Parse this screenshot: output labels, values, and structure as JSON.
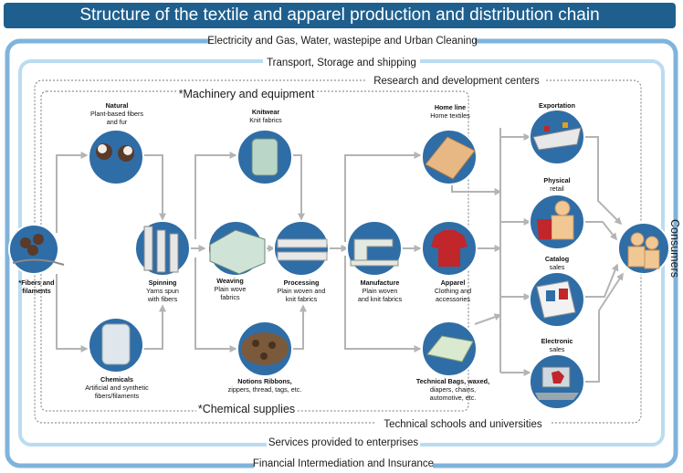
{
  "title": "Structure of the textile and apparel production and distribution chain",
  "bands": {
    "utilities": "Electricity and Gas, Water, wastepipe and Urban Cleaning",
    "transport": "Transport, Storage and shipping",
    "research": "Research and development centers",
    "machinery": "*Machinery and equipment",
    "chemical_supplies": "*Chemical supplies",
    "technical_schools": "Technical schools and universities",
    "services": "Services provided to enterprises",
    "financial": "Financial Intermediation and Insurance"
  },
  "consumers": "Consumers",
  "nodes": {
    "fibers": {
      "title": "*Fibers and",
      "sub": "filaments"
    },
    "natural": {
      "title": "Natural",
      "sub1": "Plant-based fibers",
      "sub2": "and fur"
    },
    "chemicals": {
      "title": "Chemicals",
      "sub1": "Artificial and synthetic",
      "sub2": "fibers/filaments"
    },
    "spinning": {
      "title": "Spinning",
      "sub1": "Yarns spun",
      "sub2": "with fibers"
    },
    "knitwear": {
      "title": "Knitwear",
      "sub": "Knit fabrics"
    },
    "weaving": {
      "title": "Weaving",
      "sub1": "Plain wove",
      "sub2": "fabrics"
    },
    "notions": {
      "title": "Notions Ribbons,",
      "sub": "zippers, thread, tags, etc."
    },
    "processing": {
      "title": "Processing",
      "sub1": "Plain woven and",
      "sub2": "knit fabrics"
    },
    "manufacture": {
      "title": "Manufacture",
      "sub1": "Plain woven",
      "sub2": "and knit fabrics"
    },
    "homeline": {
      "title": "Home line",
      "sub": "Home textiles"
    },
    "apparel": {
      "title": "Apparel",
      "sub1": "Clothing and",
      "sub2": "accessories"
    },
    "technical": {
      "title": "Technical Bags, waxed,",
      "sub1": "diapers, chains,",
      "sub2": "automotive, etc."
    },
    "exportation": {
      "title": "Exportation"
    },
    "physical": {
      "title": "Physical",
      "sub": "retail"
    },
    "catalog": {
      "title": "Catalog",
      "sub": "sales"
    },
    "electronic": {
      "title": "Electronic",
      "sub": "sales"
    }
  },
  "colors": {
    "title_bg": "#1f5f8e",
    "node_blue": "#2f6da6",
    "frame_blue": "#7fb3dc",
    "frame_light": "#b9dcf1",
    "arrow_gray": "#b4b4b4"
  }
}
